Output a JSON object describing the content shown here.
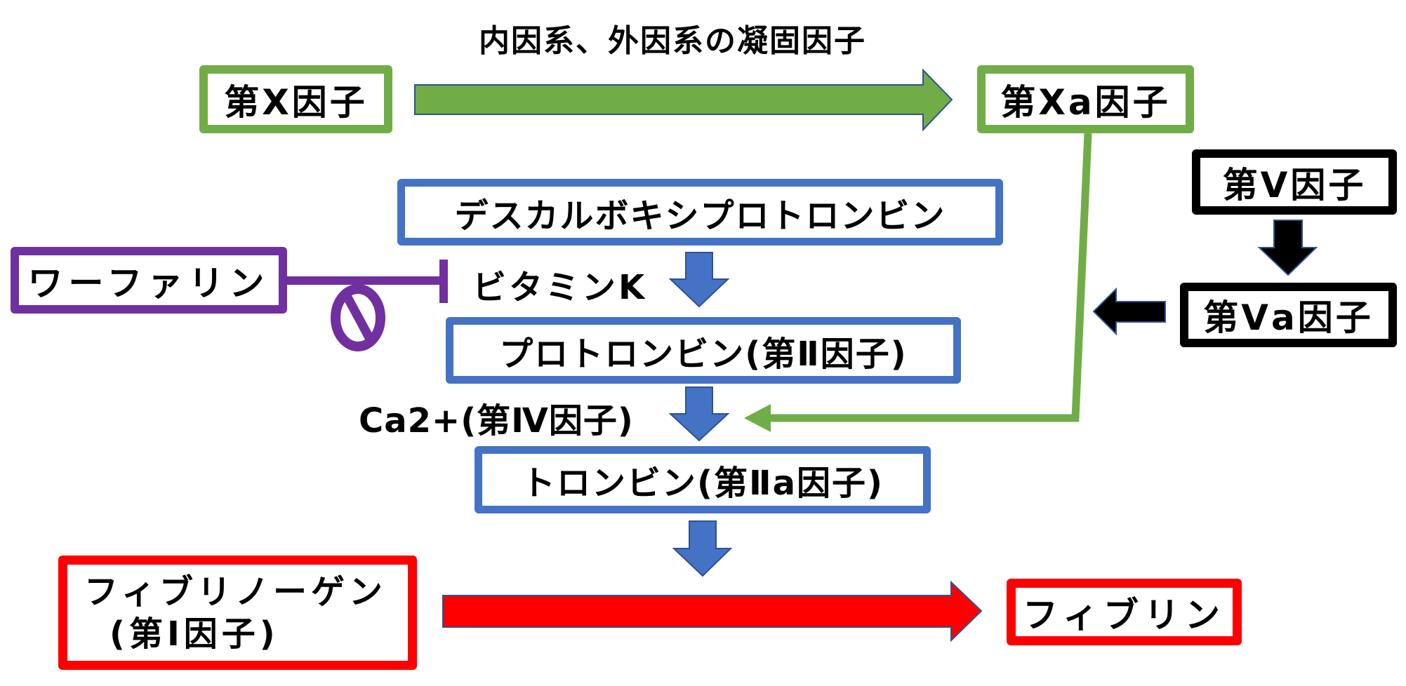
{
  "title": "内因系、外因系の凝固因子",
  "nodes": {
    "factor_x": "第Ⅹ因子",
    "factor_xa": "第Ⅹa因子",
    "descarboxy_prothrombin": "デスカルボキシプロトロンビン",
    "warfarin": "ワーファリン",
    "vitamin_k": "ビタミンK",
    "factor_v": "第Ⅴ因子",
    "factor_va": "第Ⅴa因子",
    "prothrombin": "プロトロンビン(第Ⅱ因子)",
    "calcium": "Ca2+(第Ⅳ因子)",
    "thrombin": "トロンビン(第Ⅱa因子)",
    "fibrinogen_line1": "フィブリノーゲン",
    "fibrinogen_line2": "(第Ⅰ因子)",
    "fibrin": "フィブリン"
  },
  "colors": {
    "green": "#70ad47",
    "blue": "#4472c4",
    "black": "#000000",
    "purple": "#7030a0",
    "red": "#ff0000",
    "arrow_outline": "#2f528f"
  },
  "edges": [
    {
      "from": "factor_x",
      "to": "factor_xa",
      "style": "block-arrow",
      "color": "green"
    },
    {
      "from": "factor_xa",
      "to": "calcium-step",
      "style": "line-arrow",
      "color": "green"
    },
    {
      "from": "factor_v",
      "to": "factor_va",
      "style": "block-arrow",
      "color": "black"
    },
    {
      "from": "factor_va",
      "to": "factor_xa-line",
      "style": "block-arrow",
      "color": "black"
    },
    {
      "from": "descarboxy_prothrombin",
      "to": "prothrombin",
      "style": "block-arrow",
      "color": "blue"
    },
    {
      "from": "prothrombin",
      "to": "thrombin",
      "style": "block-arrow",
      "color": "blue"
    },
    {
      "from": "thrombin",
      "to": "fibrin-step",
      "style": "block-arrow",
      "color": "blue"
    },
    {
      "from": "warfarin",
      "to": "vitamin_k",
      "style": "inhibition",
      "color": "purple"
    },
    {
      "from": "fibrinogen",
      "to": "fibrin",
      "style": "block-arrow",
      "color": "red"
    }
  ]
}
